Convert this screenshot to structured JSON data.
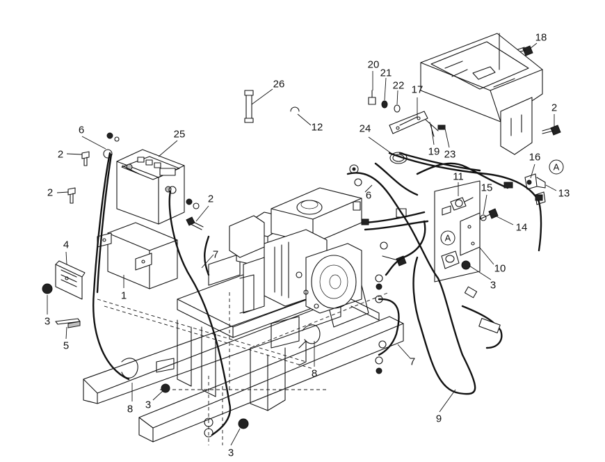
{
  "callouts": [
    {
      "id": "c26",
      "number": "26"
    },
    {
      "id": "c12",
      "number": "12"
    },
    {
      "id": "c20",
      "number": "20"
    },
    {
      "id": "c21",
      "number": "21"
    },
    {
      "id": "c22",
      "number": "22"
    },
    {
      "id": "c17",
      "number": "17"
    },
    {
      "id": "c18",
      "number": "18"
    },
    {
      "id": "c2a",
      "number": "2"
    },
    {
      "id": "c24",
      "number": "24"
    },
    {
      "id": "c19",
      "number": "19"
    },
    {
      "id": "c23",
      "number": "23"
    },
    {
      "id": "c16",
      "number": "16"
    },
    {
      "id": "c13",
      "number": "13"
    },
    {
      "id": "c11",
      "number": "11"
    },
    {
      "id": "c15",
      "number": "15"
    },
    {
      "id": "c14",
      "number": "14"
    },
    {
      "id": "c10",
      "number": "10"
    },
    {
      "id": "c3a",
      "number": "3"
    },
    {
      "id": "c6a",
      "number": "6"
    },
    {
      "id": "c6b",
      "number": "6"
    },
    {
      "id": "c25",
      "number": "25"
    },
    {
      "id": "c2b",
      "number": "2"
    },
    {
      "id": "c2c",
      "number": "2"
    },
    {
      "id": "c2d",
      "number": "2"
    },
    {
      "id": "c4",
      "number": "4"
    },
    {
      "id": "c1",
      "number": "1"
    },
    {
      "id": "c7a",
      "number": "7"
    },
    {
      "id": "c3b",
      "number": "3"
    },
    {
      "id": "c5",
      "number": "5"
    },
    {
      "id": "c7b",
      "number": "7"
    },
    {
      "id": "c8a",
      "number": "8"
    },
    {
      "id": "c8b",
      "number": "8"
    },
    {
      "id": "c3c",
      "number": "3"
    },
    {
      "id": "c3d",
      "number": "3"
    },
    {
      "id": "c9",
      "number": "9"
    }
  ],
  "reference_markers": [
    {
      "id": "refA1",
      "letter": "A"
    },
    {
      "id": "refA2",
      "letter": "A"
    }
  ]
}
